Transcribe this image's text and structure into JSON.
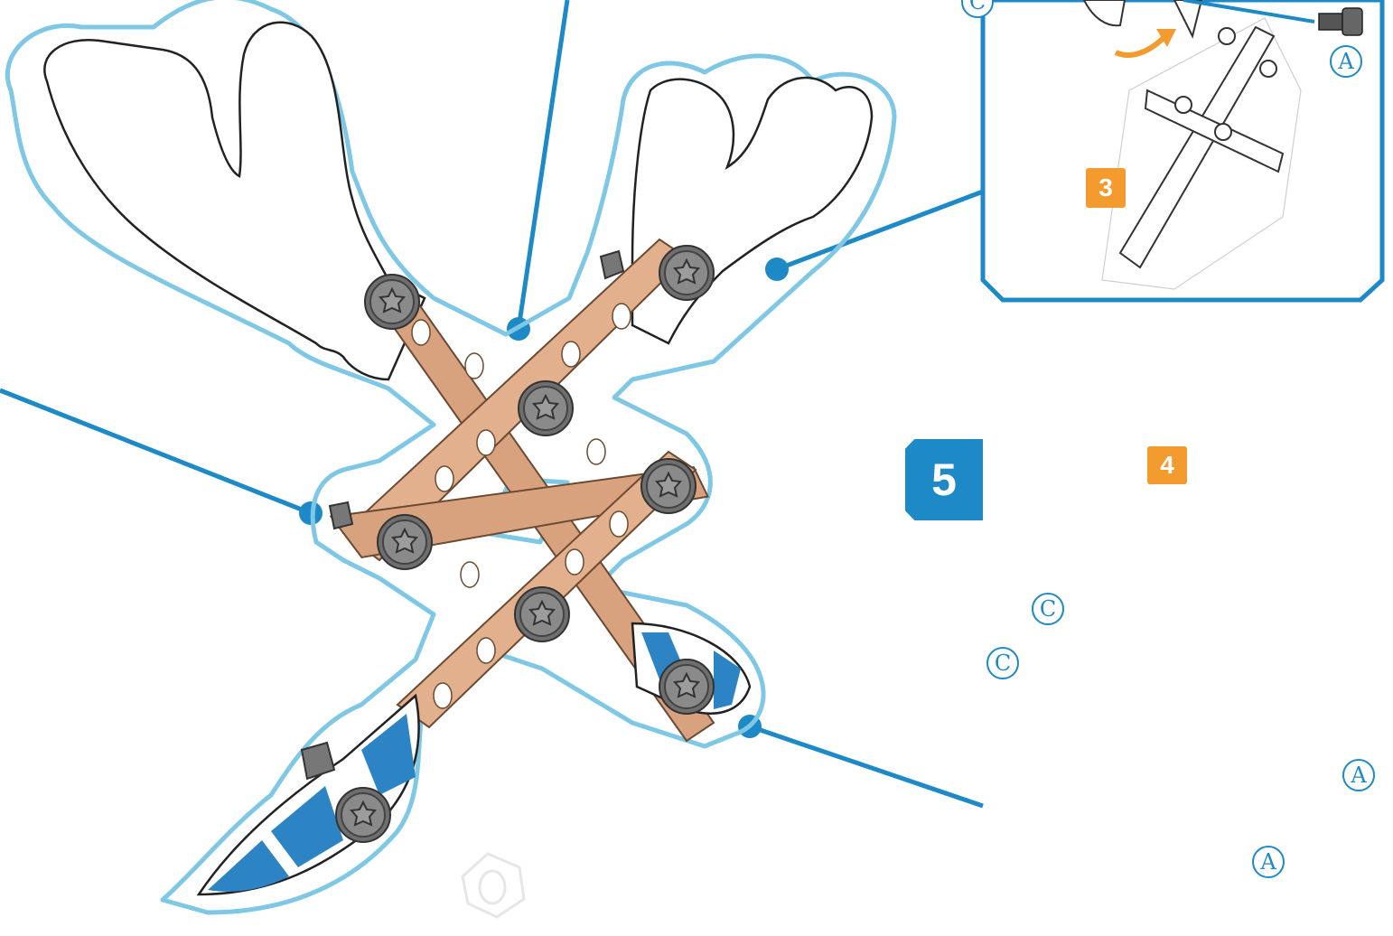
{
  "steps": {
    "step_number": "5",
    "panel_top_tag": "3",
    "panel_bottom_tag": "4"
  },
  "part_labels": {
    "a": "A",
    "c": "C"
  },
  "colors": {
    "accent_blue": "#1d8ac7",
    "outline_blue": "#7ec8e6",
    "orange": "#f39b2e",
    "wood": "#d9a27e",
    "screw_gray": "#6e6e6e"
  }
}
